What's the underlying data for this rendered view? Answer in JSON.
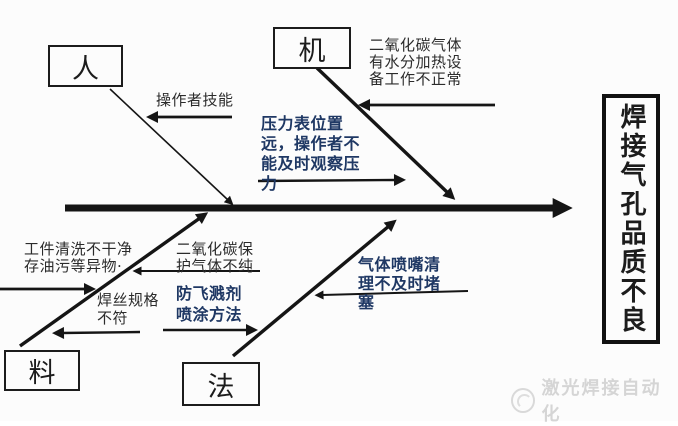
{
  "diagram": {
    "title_note": "fishbone cause-effect diagram",
    "effect": {
      "label": "焊接气孔品质不良"
    },
    "branches": {
      "man": {
        "label": "人",
        "causes": [
          {
            "text": "操作者技能",
            "emphasis": "black"
          }
        ]
      },
      "machine": {
        "label": "机",
        "causes": [
          {
            "text": "二氧化碳气体\n有水分加热设\n备工作不正常",
            "emphasis": "black"
          },
          {
            "text": "压力表位置\n远，操作者不\n能及时观察压\n力",
            "emphasis": "blue"
          }
        ]
      },
      "material": {
        "label": "料",
        "causes": [
          {
            "text": "工件清洗不干净\n存油污等异物·",
            "emphasis": "black"
          },
          {
            "text": "焊丝规格\n不符",
            "emphasis": "black"
          }
        ]
      },
      "method": {
        "label": "法",
        "causes": [
          {
            "text": "二氧化碳保\n护气体不纯",
            "emphasis": "black"
          },
          {
            "text": "防飞溅剂\n喷涂方法",
            "emphasis": "blue"
          },
          {
            "text": "气体喷嘴清\n理不及时堵\n塞",
            "emphasis": "blue"
          }
        ]
      }
    },
    "watermark": {
      "text": "激光焊接自动化"
    },
    "colors": {
      "highlight_blue": "#1F3864",
      "line_black": "#151515",
      "watermark_gray": "#D5D5D5"
    }
  }
}
